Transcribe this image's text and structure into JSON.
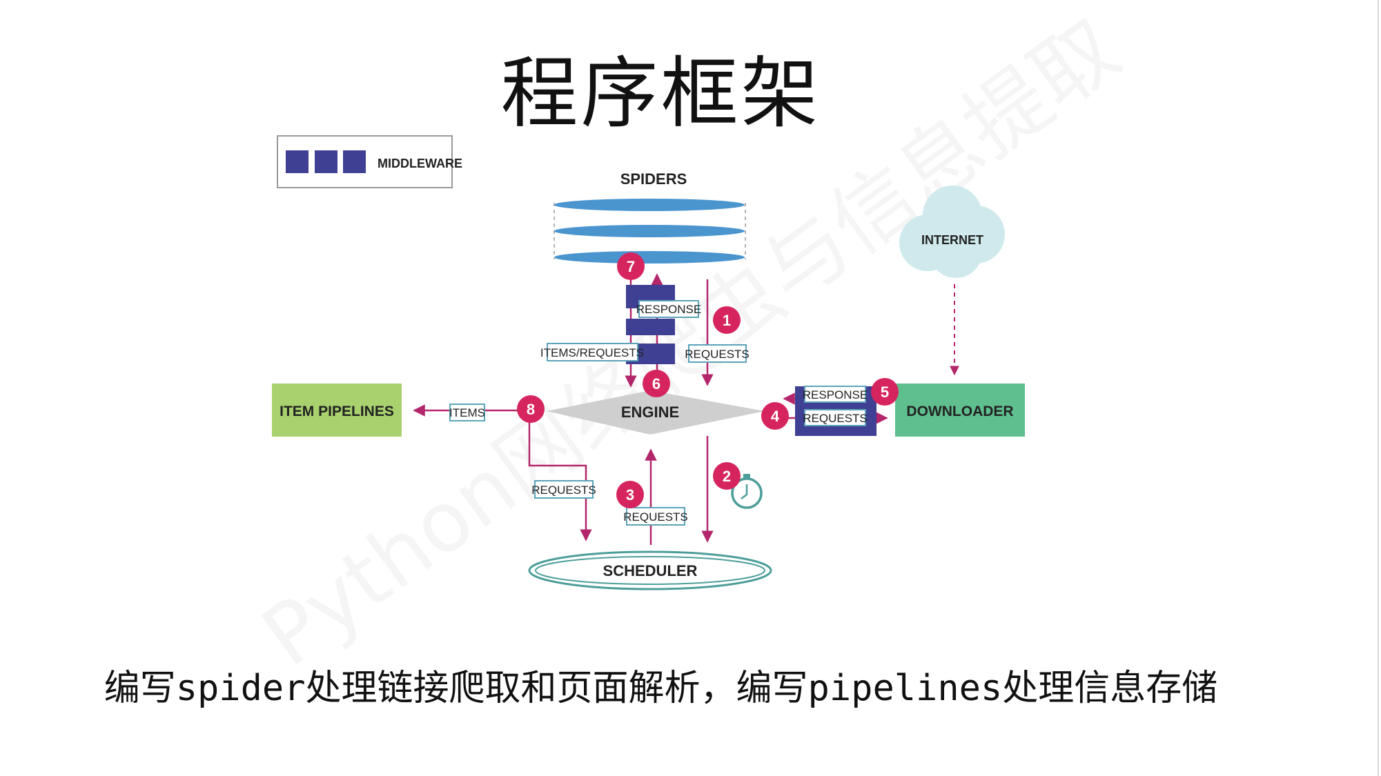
{
  "title": "程序框架",
  "caption": "编写spider处理链接爬取和页面解析，编写pipelines处理信息存储",
  "watermark": "Python网络爬虫与信息提取",
  "legend": {
    "label": "MIDDLEWARE"
  },
  "components": {
    "spiders": "SPIDERS",
    "internet": "INTERNET",
    "item_pipelines": "ITEM PIPELINES",
    "engine": "ENGINE",
    "downloader": "DOWNLOADER",
    "scheduler": "SCHEDULER"
  },
  "tags": {
    "response_top": "RESPONSE",
    "items_requests": "ITEMS/REQUESTS",
    "requests_1": "REQUESTS",
    "items": "ITEMS",
    "response_right": "RESPONSE",
    "requests_right": "REQUESTS",
    "requests_left": "REQUESTS",
    "requests_3": "REQUESTS"
  },
  "steps": {
    "s1": "1",
    "s2": "2",
    "s3": "3",
    "s4": "4",
    "s5": "5",
    "s6": "6",
    "s7": "7",
    "s8": "8"
  },
  "colors": {
    "flow": "#b3266b",
    "badge": "#d6245f",
    "middleware": "#3f3f94",
    "spider_disc": "#4b95cf",
    "internet_cloud": "#cfe9ed",
    "item_pipelines": "#a9d26e",
    "downloader": "#5fbf8e",
    "engine": "#cfcfcf",
    "tag_border": "#5aa3b8",
    "scheduler_ring": "#4c9e9a"
  }
}
